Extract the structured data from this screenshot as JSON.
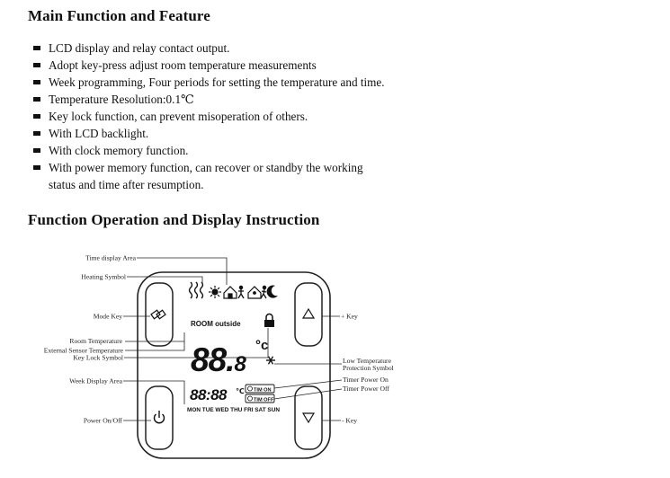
{
  "section1": {
    "title": "Main Function and Feature",
    "features": [
      "LCD display and relay contact output.",
      "Adopt key-press adjust room temperature measurements",
      "Week programming, Four periods for setting the temperature and time.",
      "Temperature Resolution:0.1℃",
      "Key lock function, can prevent misoperation of others.",
      "With LCD backlight.",
      "With clock memory function.",
      "With power memory function, can recover or standby the working"
    ],
    "feature_continuation": "status and time after resumption."
  },
  "section2": {
    "title": "Function Operation and Display Instruction"
  },
  "labels": {
    "time_display_area": "Time display Area",
    "heating_symbol": "Heating Symbol",
    "mode_key": "Mode Key",
    "room_temperature": "Room Temperature",
    "external_sensor_temperature": "External Sensor Temperature",
    "key_lock_symbol": "Key Lock Symbol",
    "week_display_area": "Week Display Area",
    "power_on_off": "Power On/Off",
    "plus_key": "+ Key",
    "low_temp_line1": "Low Temperature",
    "low_temp_line2": "Protection Symbol",
    "timer_power_on": "Timer Power On",
    "timer_power_off": "Timer Power Off",
    "minus_key": "- Key"
  },
  "lcd": {
    "room_outside": "ROOM outside",
    "temperature_int": "88.",
    "temperature_dec": "8",
    "temp_unit": "°c",
    "clock": "88:88",
    "clock_unit": "℃",
    "tim_on": "TIM ON",
    "tim_off": "TIM OFF",
    "weekdays": "MON TUE WED THU FRI SAT SUN"
  }
}
